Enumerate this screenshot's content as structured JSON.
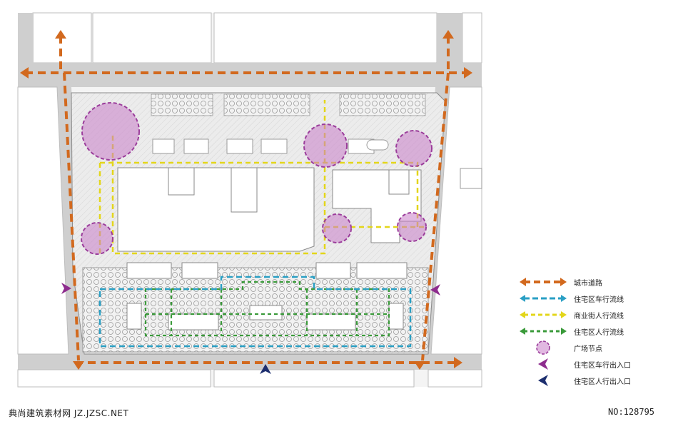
{
  "legend": {
    "items": [
      {
        "key": "city-road",
        "label": "城市道路",
        "symbol": "thick-dash-arrow",
        "color": "#d2691e"
      },
      {
        "key": "residential-vehicle-flow",
        "label": "住宅区车行流线",
        "symbol": "dash-arrow",
        "color": "#2a9fc4"
      },
      {
        "key": "commercial-pedestrian-flow",
        "label": "商业街人行流线",
        "symbol": "dash-arrow",
        "color": "#e3d61a"
      },
      {
        "key": "residential-pedestrian-flow",
        "label": "住宅区人行流线",
        "symbol": "dash-arrow",
        "color": "#3a9a3a"
      },
      {
        "key": "plaza-node",
        "label": "广场节点",
        "symbol": "dashed-circle",
        "color": "#c97ec9"
      },
      {
        "key": "residential-vehicle-entrance",
        "label": "住宅区车行出入口",
        "symbol": "arrow",
        "color": "#8e2c8e"
      },
      {
        "key": "residential-pedestrian-entrance",
        "label": "住宅区人行出入口",
        "symbol": "arrow",
        "color": "#1d2f6f"
      }
    ]
  },
  "footer": {
    "watermark": "典尚建筑素材网 JZ.JZSC.NET",
    "number": "NO:128795"
  },
  "colors": {
    "road": "#cfcfcf",
    "site": "#efefef",
    "building": "#ffffff",
    "city_road": "#d2691e",
    "vehicle": "#2a9fc4",
    "commercial": "#e3d61a",
    "residential_ped": "#3a9a3a",
    "plaza": "#c97ec9",
    "vehicle_entrance": "#8e2c8e",
    "ped_entrance": "#1d2f6f"
  }
}
